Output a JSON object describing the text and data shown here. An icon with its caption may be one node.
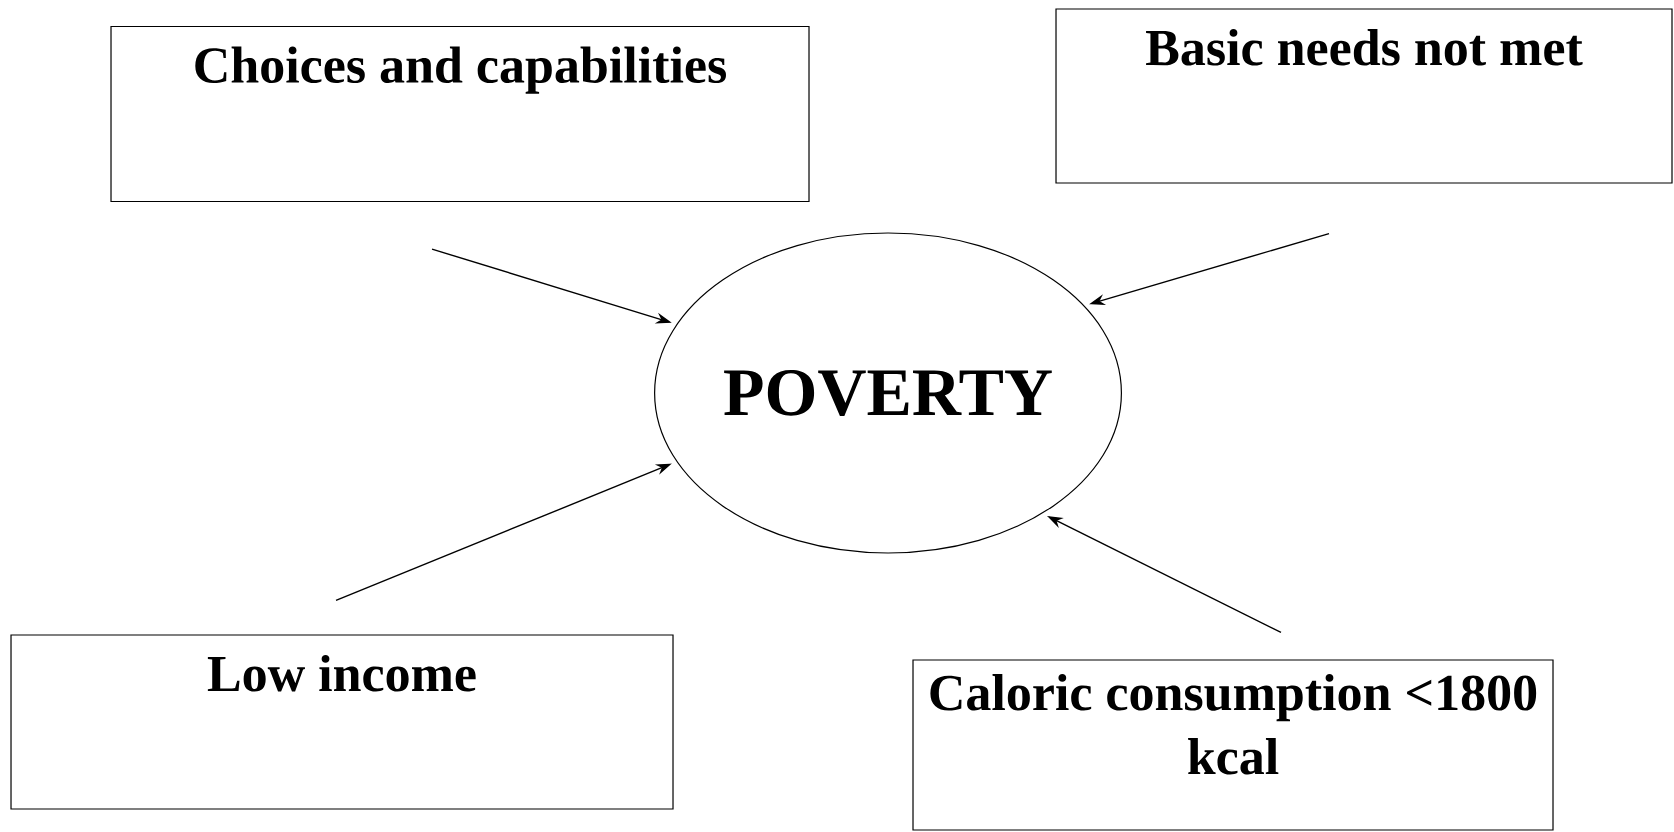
{
  "diagram": {
    "nodes": [
      {
        "text": [
          "Choices and capabilities"
        ]
      },
      {
        "text": [
          "Basic needs not met"
        ]
      },
      {
        "text": [
          "POVERTY"
        ]
      },
      {
        "text": [
          "Low income"
        ]
      },
      {
        "text": [
          "Caloric consumption <1800 kcal"
        ]
      }
    ],
    "edges": [
      {
        "from": 0,
        "to": 2,
        "arrow": "to"
      },
      {
        "from": 1,
        "to": 2,
        "arrow": "to"
      },
      {
        "from": 3,
        "to": 2,
        "arrow": "to"
      },
      {
        "from": 4,
        "to": 2,
        "arrow": "to"
      }
    ]
  }
}
